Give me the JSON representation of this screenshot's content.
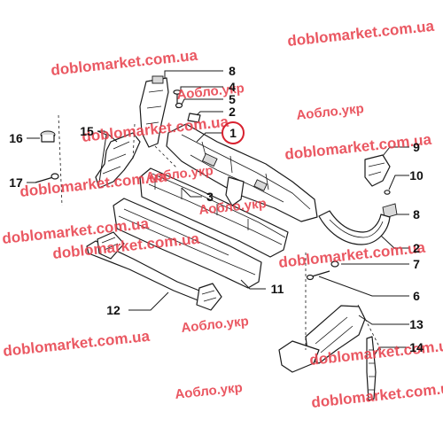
{
  "watermark": {
    "text_com": "doblomarket.com.ua",
    "text_ukr": "Аобло.укр",
    "color": "#e8414d"
  },
  "callouts": [
    {
      "label": "1",
      "highlighted": true
    },
    {
      "label": "2"
    },
    {
      "label": "2"
    },
    {
      "label": "3"
    },
    {
      "label": "4"
    },
    {
      "label": "5"
    },
    {
      "label": "6"
    },
    {
      "label": "7"
    },
    {
      "label": "8"
    },
    {
      "label": "8"
    },
    {
      "label": "9"
    },
    {
      "label": "10"
    },
    {
      "label": "11"
    },
    {
      "label": "12"
    },
    {
      "label": "13"
    },
    {
      "label": "14"
    },
    {
      "label": "15"
    },
    {
      "label": "16"
    },
    {
      "label": "17"
    }
  ],
  "colors": {
    "line": "#1a1a1a",
    "highlight": "#d8212f"
  }
}
